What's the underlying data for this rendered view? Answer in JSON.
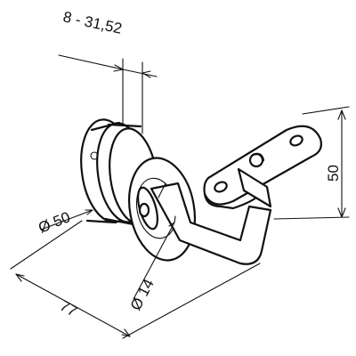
{
  "dimensions": {
    "glass_thickness": "8 - 31,52",
    "glass_adapter_diameter": "Ø 50",
    "arm_diameter": "Ø 14",
    "projection": "77",
    "height": "50"
  },
  "colors": {
    "line": "#111111",
    "background": "#ffffff"
  }
}
